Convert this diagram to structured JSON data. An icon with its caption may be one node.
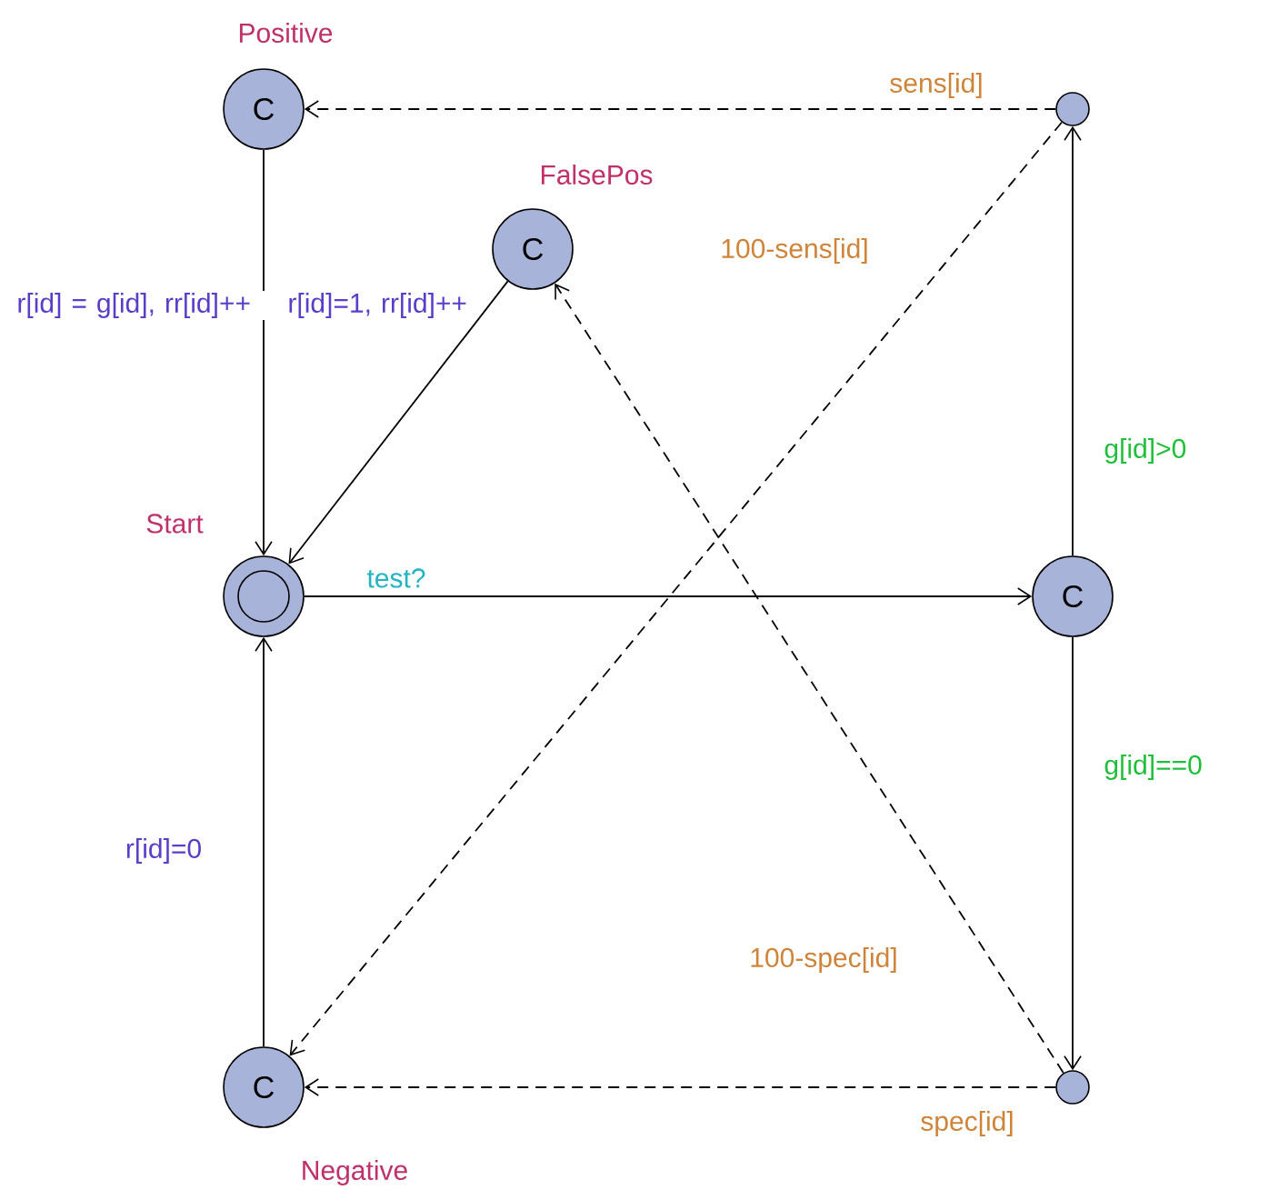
{
  "diagram": {
    "nodes": [
      {
        "text": [
          "Positive",
          "C"
        ]
      },
      {
        "text": [
          "FalsePos",
          "C"
        ]
      },
      {
        "text": [
          "Start"
        ]
      },
      {
        "text": [
          "C"
        ]
      },
      {
        "text": [],
        "shape": "circle"
      },
      {
        "text": [],
        "shape": "circle"
      },
      {
        "text": [
          "Negative",
          "C"
        ]
      }
    ],
    "edges": [
      {
        "from": 0,
        "to": 2,
        "arrow": "to",
        "label": "r[id] = g[id], rr[id]++"
      },
      {
        "from": 1,
        "to": 2,
        "arrow": "to",
        "label": "r[id]=1, rr[id]++"
      },
      {
        "from": 2,
        "to": 3,
        "arrow": "to",
        "label": "test?"
      },
      {
        "from": 3,
        "to": 4,
        "arrow": "to",
        "label": "g[id]>0"
      },
      {
        "from": 3,
        "to": 5,
        "arrow": "to",
        "label": "g[id]==0"
      },
      {
        "from": 4,
        "to": 0,
        "arrow": "to",
        "label": "sens[id]",
        "style": "dashed"
      },
      {
        "from": 4,
        "to": 6,
        "arrow": "to",
        "label": "100-sens[id]",
        "style": "dashed"
      },
      {
        "from": 5,
        "to": 6,
        "arrow": "to",
        "label": "spec[id]",
        "style": "dashed"
      },
      {
        "from": 5,
        "to": 1,
        "arrow": "to",
        "label": "100-spec[id]",
        "style": "dashed"
      },
      {
        "from": 6,
        "to": 2,
        "arrow": "to",
        "label": "r[id]=0"
      }
    ]
  }
}
